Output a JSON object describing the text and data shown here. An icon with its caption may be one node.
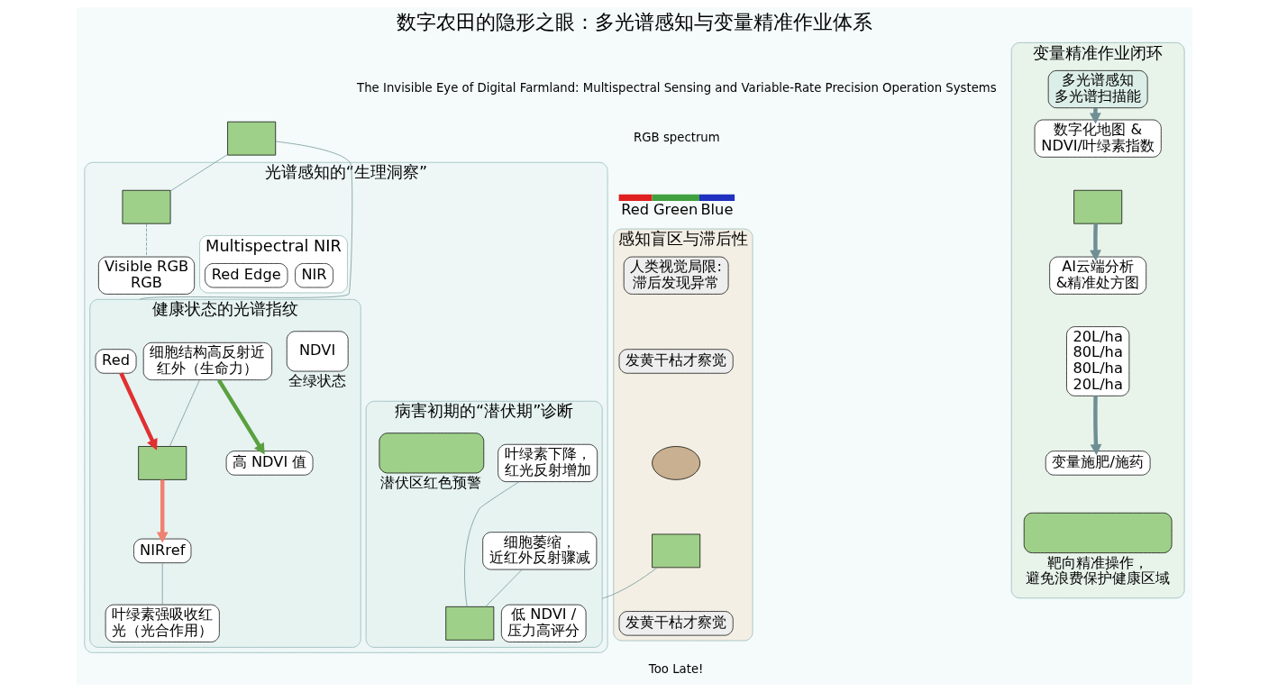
{
  "diagram": {
    "title": "数字农田的隐形之眼：多光谱感知与变量精准作业体系",
    "nodes": [
      {
        "text": [
          "感知盲区与滞后性"
        ]
      },
      {
        "text": [
          "人类视觉局限:滞后发现异常"
        ],
        "in": 0
      },
      {
        "text": [
          "发黄干枯才察觉"
        ],
        "in": 0
      },
      {
        "text": [],
        "shape": "person",
        "in": 0
      },
      {
        "text": [],
        "shape": "box",
        "in": 0
      },
      {
        "text": [
          "发黄干枯才察觉"
        ],
        "in": 0
      },
      {
        "text": [],
        "shape": "box"
      },
      {
        "text": [
          "光谱感知的“生理洞察”"
        ]
      },
      {
        "text": [],
        "shape": "box",
        "in": 7
      },
      {
        "text": [
          "Visible RGB",
          "RGB"
        ],
        "in": 7
      },
      {
        "text": [
          "Multispectral NIR"
        ],
        "in": 7
      },
      {
        "text": [
          "NIR"
        ],
        "in": 10
      },
      {
        "text": [
          "Red Edge"
        ],
        "in": 10
      },
      {
        "text": [
          "健康状态的光谱指纹"
        ],
        "in": 7
      },
      {
        "text": [
          "Red"
        ],
        "in": 13
      },
      {
        "text": [],
        "shape": "box",
        "in": 13
      },
      {
        "text": [
          "NIRref"
        ],
        "in": 13
      },
      {
        "text": [
          "叶绿素强吸收红光（光合作用）"
        ],
        "in": 13
      },
      {
        "text": [
          "细胞结构高反射近红外（生命力）"
        ],
        "in": 13
      },
      {
        "text": [
          "高 NDVI 值"
        ],
        "in": 13
      },
      {
        "text": [
          "NDVI"
        ],
        "beside": [
          "全绿状态"
        ],
        "in": 13
      },
      {
        "text": [
          "病害初期的“潜伏期”诊断"
        ],
        "in": 7
      },
      {
        "text": [],
        "shape": "box",
        "in": 21
      },
      {
        "text": [
          "叶绿素下降，红光反射增加"
        ],
        "in": 21
      },
      {
        "text": [
          "细胞萎缩，近红外反射骤减"
        ],
        "in": 21
      },
      {
        "text": [
          "低 NDVI / 压力高评分"
        ],
        "in": 21
      },
      {
        "text": [],
        "shape": "box",
        "beside": [
          "潜伏区红色预警"
        ],
        "in": 21
      },
      {
        "text": [
          "变量精准作业闭环"
        ]
      },
      {
        "text": [
          "多光谱感知",
          "多光谱扫描能"
        ],
        "in": 27
      },
      {
        "text": [
          "数字化地图 & NDVI/叶绿素指数"
        ],
        "in": 27
      },
      {
        "text": [],
        "shape": "box",
        "in": 27
      },
      {
        "text": [
          "AI云端分析&精准处方图"
        ],
        "in": 27
      },
      {
        "text": [
          "20L/ha",
          "80L/ha",
          "80L/ha",
          "20L/ha"
        ],
        "in": 27
      },
      {
        "text": [
          "变量施肥/施药"
        ],
        "in": 27
      },
      {
        "text": [],
        "shape": "box",
        "beside": [
          "靶向精准操作，避免浪费保护健康区域"
        ],
        "in": 27
      }
    ],
    "edges": [
      {
        "from": 6,
        "to": 8,
        "arrow": "none"
      },
      {
        "from": 8,
        "to": 9,
        "arrow": "none",
        "style": "dashed"
      },
      {
        "from": 6,
        "to": 13,
        "arrow": "none"
      },
      {
        "from": 4,
        "to": 21,
        "arrow": "none"
      },
      {
        "from": 14,
        "to": 15,
        "arrow": "to",
        "style": "thick",
        "color": "#e03030"
      },
      {
        "from": 15,
        "to": 16,
        "arrow": "to",
        "style": "thick",
        "color": "#f08070"
      },
      {
        "from": 16,
        "to": 17,
        "arrow": "none"
      },
      {
        "from": 18,
        "to": 15,
        "arrow": "none"
      },
      {
        "from": 18,
        "to": 19,
        "arrow": "to",
        "style": "thick",
        "color": "#5aa040"
      },
      {
        "from": 23,
        "to": 22,
        "arrow": "none"
      },
      {
        "from": 24,
        "to": 22,
        "arrow": "none"
      },
      {
        "from": 28,
        "to": 29,
        "arrow": "to",
        "style": "thick"
      },
      {
        "from": 30,
        "to": 31,
        "arrow": "to",
        "style": "thick"
      },
      {
        "from": 32,
        "to": 33,
        "arrow": "to",
        "style": "thick"
      }
    ],
    "labels": [
      "The Invisible Eye of Digital Farmland: Multispectral Sensing and Variable-Rate Precision Operation Systems",
      "RGB spectrum",
      "Too Late!"
    ],
    "legend": [
      {
        "text": "Red",
        "color": "#e02020"
      },
      {
        "text": "Green",
        "color": "#40a040"
      },
      {
        "text": "Blue",
        "color": "#2030c0"
      }
    ]
  }
}
